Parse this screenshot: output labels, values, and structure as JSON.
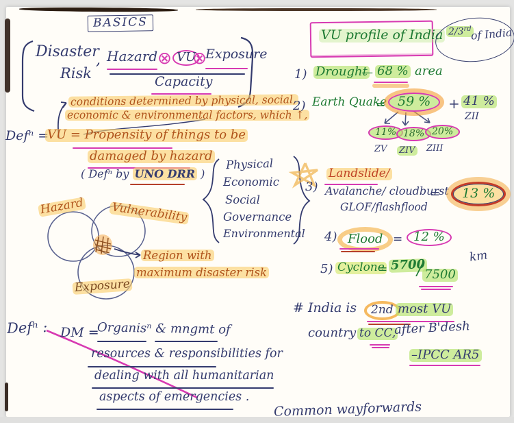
{
  "left": {
    "heading": "BASICS",
    "formula": {
      "disaster": "Disaster",
      "risk": "Risk",
      "comma": ",",
      "hazard": "Hazard",
      "times1": "⊗",
      "vu": "VU",
      "times2": "⊗",
      "exposure": "Exposure",
      "capacity": "Capacity"
    },
    "conditions": {
      "line1": "conditions determined by physical, social,",
      "line2": "economic & environmental factors, which ↑,"
    },
    "vu_def": {
      "prefix": "Defⁿ =",
      "line1": "VU = Propensity of things to be",
      "line2": "damaged by hazard",
      "line3_open": "( Defⁿ by",
      "line3_hl": "UNO DRR",
      "line3_close": ")"
    },
    "factors": [
      "Physical",
      "Economic",
      "Social",
      "Governance",
      "Environmental"
    ],
    "venn": {
      "hazard": "Hazard",
      "vulnerability": "Vulnerability",
      "exposure": "Exposure",
      "note1": "Region with",
      "note2": "maximum disaster risk"
    },
    "dm_def": {
      "prefix": "Defⁿ :",
      "line1a": "DM =",
      "line1b": "Organisⁿ & mngmt of",
      "line2": "resources & responsibilities for",
      "line3": "dealing with all humanitarian",
      "line4": "aspects of emergencies ."
    }
  },
  "right": {
    "title": "VU profile of India",
    "badge": {
      "fraction": "2/3",
      "sup": "rd",
      "text": "of India"
    },
    "drought": {
      "num": "1)",
      "label": "Drought",
      "dash": "—",
      "value": "68 %",
      "suffix": "area"
    },
    "earthquake": {
      "num": "2)",
      "label": "Earth Quake",
      "eq": "=",
      "value": "59 %",
      "plus": "+",
      "extra": "41 %",
      "extra_zone": "ZII",
      "zones": [
        {
          "pct": "11%",
          "zone": "ZV"
        },
        {
          "pct": "18%",
          "zone": "ZIV"
        },
        {
          "pct": "20%",
          "zone": "ZIII"
        }
      ]
    },
    "landslide": {
      "num": "3)",
      "line1": "Landslide/",
      "line2": "Avalanche/ cloudburst",
      "line3": "GLOF/flashflood",
      "eq": "=",
      "value": "13 %"
    },
    "flood": {
      "num": "4)",
      "label": "Flood",
      "eq": "=",
      "value": "12 %"
    },
    "cyclone": {
      "num": "5)",
      "label": "Cyclone",
      "eq": "=",
      "numerator": "5700",
      "slash": "/",
      "denominator": "7500",
      "unit": "km"
    },
    "cc_note": {
      "hash": "# India is",
      "rank": "2nd",
      "line1_rest": "most VU",
      "line2a": "country",
      "line2b": "to CC,",
      "line2c": "after B'desh",
      "line3": "–IPCC AR5"
    },
    "footer": "Common wayforwards"
  }
}
